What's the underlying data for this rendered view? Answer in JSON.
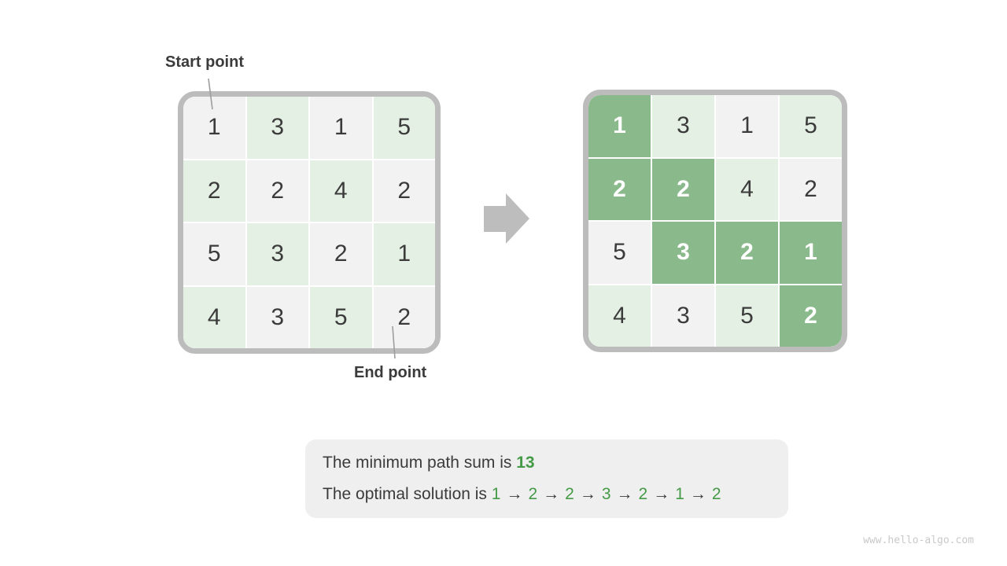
{
  "labels": {
    "start_point": "Start point",
    "end_point": "End point"
  },
  "grids": {
    "left": {
      "rows": [
        [
          1,
          3,
          1,
          5
        ],
        [
          2,
          2,
          4,
          2
        ],
        [
          5,
          3,
          2,
          1
        ],
        [
          4,
          3,
          5,
          2
        ]
      ],
      "highlighted": []
    },
    "right": {
      "rows": [
        [
          1,
          3,
          1,
          5
        ],
        [
          2,
          2,
          4,
          2
        ],
        [
          5,
          3,
          2,
          1
        ],
        [
          4,
          3,
          5,
          2
        ]
      ],
      "highlighted": [
        [
          0,
          0
        ],
        [
          1,
          0
        ],
        [
          1,
          1
        ],
        [
          2,
          1
        ],
        [
          2,
          2
        ],
        [
          2,
          3
        ],
        [
          3,
          3
        ]
      ]
    }
  },
  "summary": {
    "line1_prefix": "The minimum path sum is ",
    "line1_value": "13",
    "line2_prefix": "The optimal solution is ",
    "path": [
      "1",
      "2",
      "2",
      "3",
      "2",
      "1",
      "2"
    ],
    "path_separator": "→"
  },
  "watermark": "www.hello-algo.com",
  "colors": {
    "grid_border": "#bcbcbc",
    "cell_gray": "#f2f2f3",
    "cell_green_light": "#e3f0e3",
    "cell_green_highlight": "#8aba8c",
    "cell_text": "#3b3b3b",
    "cell_text_highlight": "#ffffff",
    "label_text": "#3b3b3b",
    "leader_line": "#9e9e9e",
    "block_arrow": "#bdbdbd",
    "summary_bg": "#efefef",
    "summary_text": "#3b3b3b",
    "accent_green": "#449a46",
    "watermark": "#c9c9c9"
  }
}
